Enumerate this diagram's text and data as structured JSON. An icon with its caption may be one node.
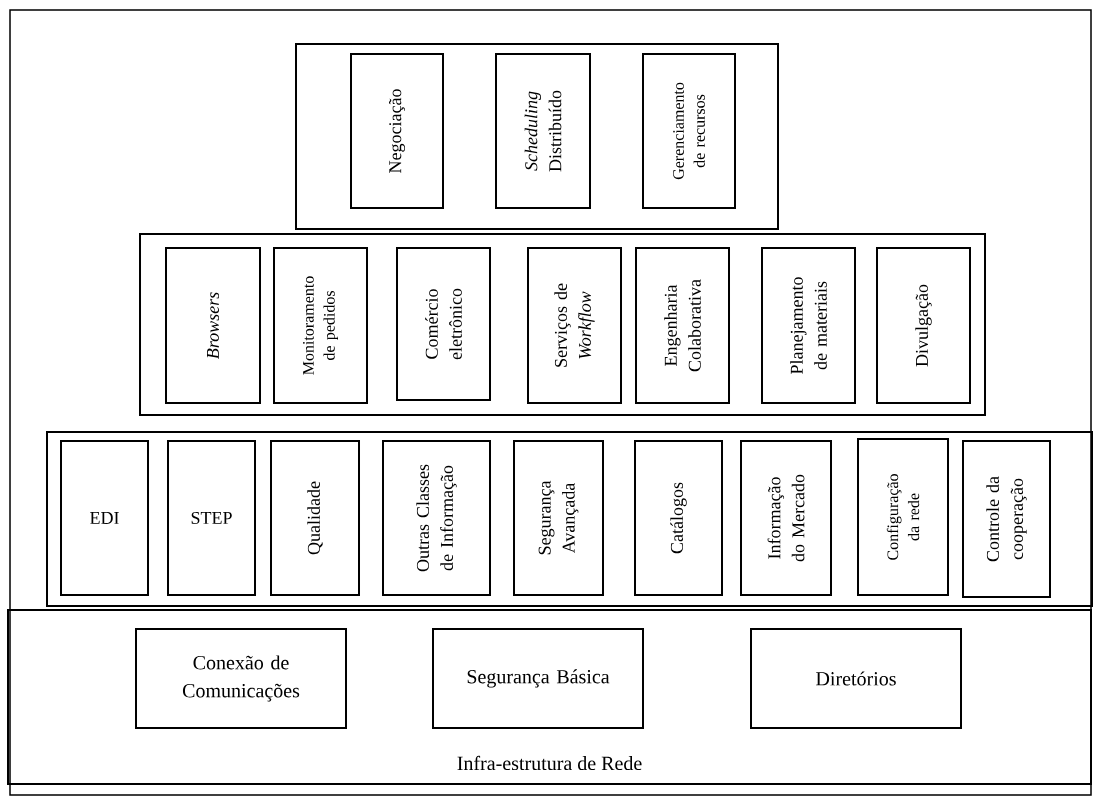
{
  "diagram": {
    "nodes": [
      {
        "text": [],
        "shape": "box"
      },
      {
        "text": [
          "Negociação"
        ],
        "in": 0
      },
      {
        "text": [
          "*Scheduling* Distribuído"
        ],
        "in": 0
      },
      {
        "text": [
          "Gerenciamento de recursos"
        ],
        "in": 0
      },
      {
        "text": [],
        "shape": "box"
      },
      {
        "text": [
          "Browsers"
        ],
        "in": 4
      },
      {
        "text": [
          "Monitoramento de pedidos"
        ],
        "in": 4
      },
      {
        "text": [
          "Comércio eletrônico"
        ],
        "in": 4
      },
      {
        "text": [
          "Serviços de *Workflow*"
        ],
        "in": 4
      },
      {
        "text": [
          "Engenharia Colaborativa"
        ],
        "in": 4
      },
      {
        "text": [
          "Planejamento de materiais"
        ],
        "in": 4
      },
      {
        "text": [
          "Divulgação"
        ],
        "in": 4
      },
      {
        "text": [],
        "shape": "box"
      },
      {
        "text": [
          "EDI"
        ],
        "in": 12
      },
      {
        "text": [
          "STEP"
        ],
        "in": 12
      },
      {
        "text": [
          "Qualidade"
        ],
        "in": 12
      },
      {
        "text": [
          "Outras Classes de Informação"
        ],
        "in": 12
      },
      {
        "text": [
          "Segurança Avançada"
        ],
        "in": 12
      },
      {
        "text": [
          "Catálogos"
        ],
        "in": 12
      },
      {
        "text": [
          "Informação do Mercado"
        ],
        "in": 12
      },
      {
        "text": [
          "Configuração da rede"
        ],
        "in": 12
      },
      {
        "text": [
          "Controle da cooperação"
        ],
        "in": 12
      },
      {
        "text": [
          "Infra-estrutura de Rede"
        ]
      },
      {
        "text": [
          "Conexão de Comunicações"
        ],
        "in": 22
      },
      {
        "text": [
          "Segurança Básica"
        ],
        "in": 22
      },
      {
        "text": [
          "Diretórios"
        ],
        "in": 22
      }
    ]
  }
}
